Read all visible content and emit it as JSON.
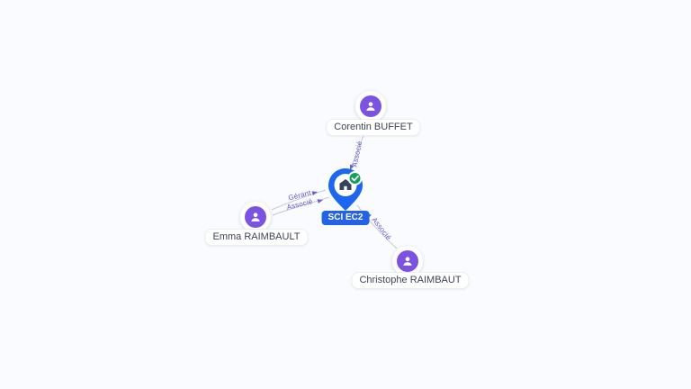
{
  "graph": {
    "company": {
      "name": "SCI EC2",
      "verified": true
    },
    "persons": [
      {
        "name": "Corentin BUFFET"
      },
      {
        "name": "Emma RAIMBAULT"
      },
      {
        "name": "Christophe RAIMBAUT"
      }
    ],
    "relationships": [
      {
        "label": "Associé",
        "source": "Corentin BUFFET",
        "target": "SCI EC2"
      },
      {
        "label": "Gérant",
        "source": "Emma RAIMBAULT",
        "target": "SCI EC2"
      },
      {
        "label": "Associé",
        "source": "Emma RAIMBAULT",
        "target": "SCI EC2"
      },
      {
        "label": "Associé",
        "source": "Christophe RAIMBAUT",
        "target": "SCI EC2"
      }
    ],
    "colors": {
      "background": "#fafbfe",
      "edge": "#c7ccd6",
      "edge_label": "#6257cf",
      "person_accent": "#7b53e0",
      "company_pin": "#1c66f0",
      "company_badge": "#2463e6",
      "verified_green": "#17a05a"
    }
  }
}
